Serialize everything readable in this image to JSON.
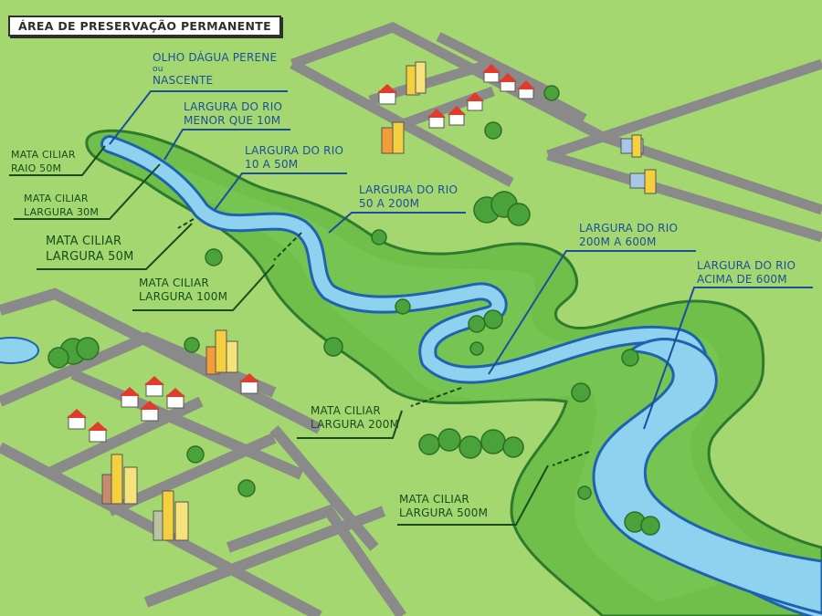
{
  "title": "ÁREA DE PRESERVAÇÃO PERMANENTE",
  "colors": {
    "background_grass": "#9fd46a",
    "riparian_forest": "#6fbf4a",
    "river": "#8fd2ef",
    "river_outline": "#1f63b0",
    "road": "#8a8a8a",
    "river_label": "#1b4f9c",
    "forest_label": "#174d1c"
  },
  "river_labels": {
    "source": {
      "line1": "OLHO DÁGUA PERENE",
      "conj": "ou",
      "line2": "NASCENTE"
    },
    "width_lt10": {
      "line1": "LARGURA DO RIO",
      "line2": "MENOR QUE 10M"
    },
    "width_10_50": {
      "line1": "LARGURA DO RIO",
      "line2": "10 A 50M"
    },
    "width_50_200": {
      "line1": "LARGURA DO RIO",
      "line2": "50 A 200M"
    },
    "width_200_600": {
      "line1": "LARGURA DO RIO",
      "line2": "200M A 600M"
    },
    "width_gt600": {
      "line1": "LARGURA DO RIO",
      "line2": "ACIMA DE 600M"
    }
  },
  "forest_labels": {
    "radius50": {
      "line1": "MATA CILIAR",
      "line2": "RAIO 50M"
    },
    "width30": {
      "line1": "MATA CILIAR",
      "line2": "LARGURA 30M"
    },
    "width50": {
      "line1": "MATA CILIAR",
      "line2": "LARGURA 50M"
    },
    "width100": {
      "line1": "MATA CILIAR",
      "line2": "LARGURA 100M"
    },
    "width200": {
      "line1": "MATA CILIAR",
      "line2": "LARGURA 200M"
    },
    "width500": {
      "line1": "MATA CILIAR",
      "line2": "LARGURA 500M"
    }
  }
}
